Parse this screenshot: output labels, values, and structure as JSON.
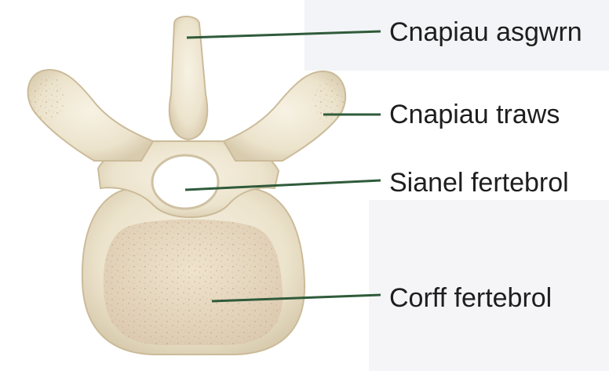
{
  "diagram": {
    "labels": [
      "Cnapiau asgwrn",
      "Cnapiau traws",
      "Sianel fertebrol",
      "Corff fertebrol"
    ]
  },
  "colors": {
    "leader_line": "#2f5b3a",
    "bone": "#f1ead8",
    "bone_shadow": "#d9cdb1",
    "bone_speckle": "#c9a982",
    "label_text": "#1e1e1e"
  }
}
